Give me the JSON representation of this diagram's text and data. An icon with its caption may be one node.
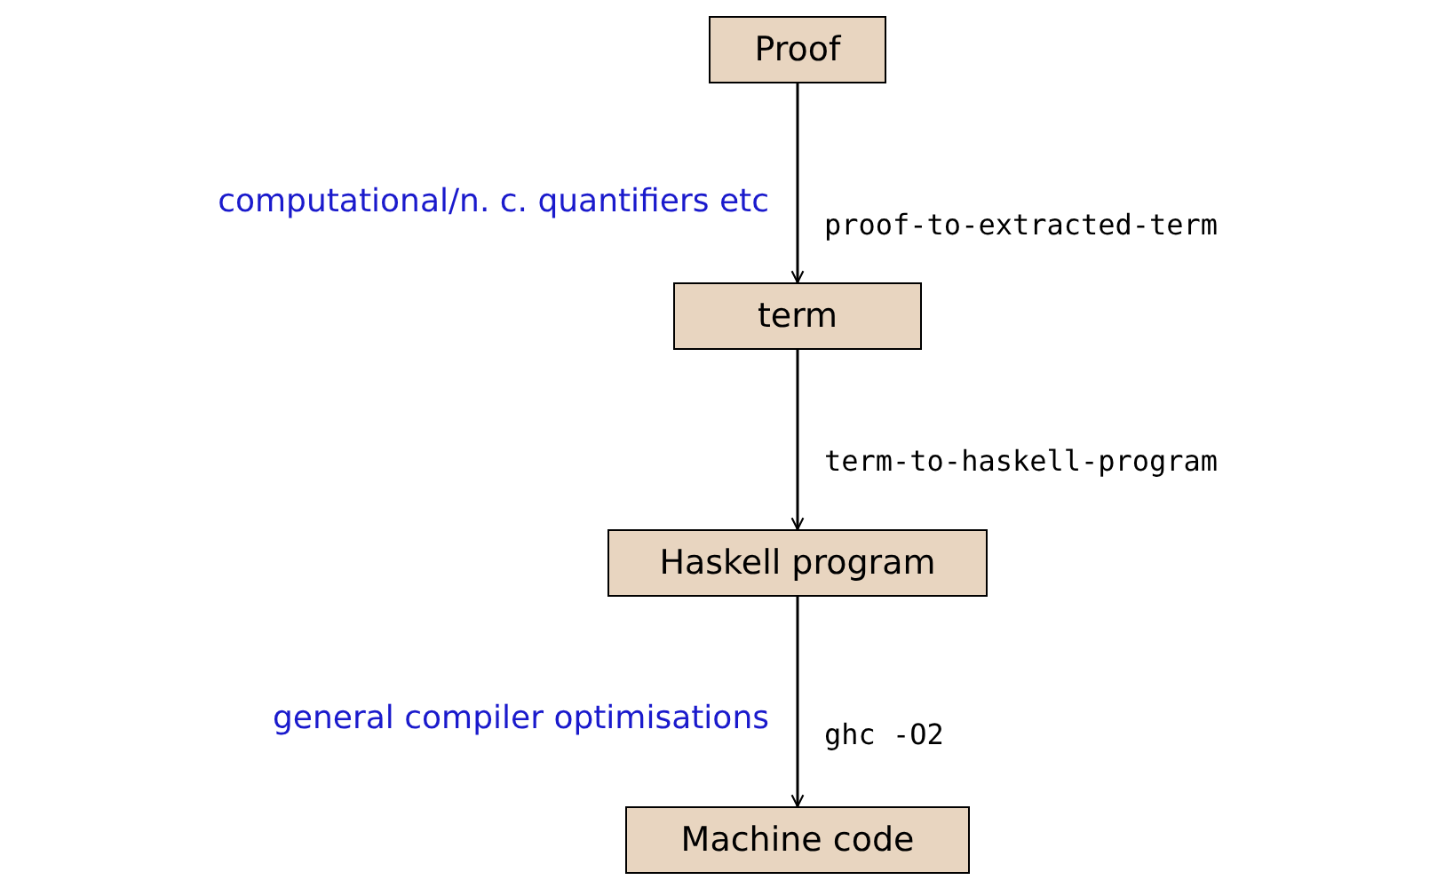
{
  "diagram": {
    "nodes": [
      {
        "text": [
          "Proof"
        ]
      },
      {
        "text": [
          "term"
        ]
      },
      {
        "text": [
          "Haskell program"
        ]
      },
      {
        "text": [
          "Machine code"
        ]
      }
    ],
    "edges": [
      {
        "from": 0,
        "to": 1,
        "arrow": "to",
        "label": "proof-to-extracted-term"
      },
      {
        "from": 1,
        "to": 2,
        "arrow": "to",
        "label": "term-to-haskell-program"
      },
      {
        "from": 2,
        "to": 3,
        "arrow": "to",
        "label": "ghc -O2"
      }
    ],
    "labels": [
      "computational/n. c. quantifiers etc",
      "general compiler optimisations"
    ]
  }
}
